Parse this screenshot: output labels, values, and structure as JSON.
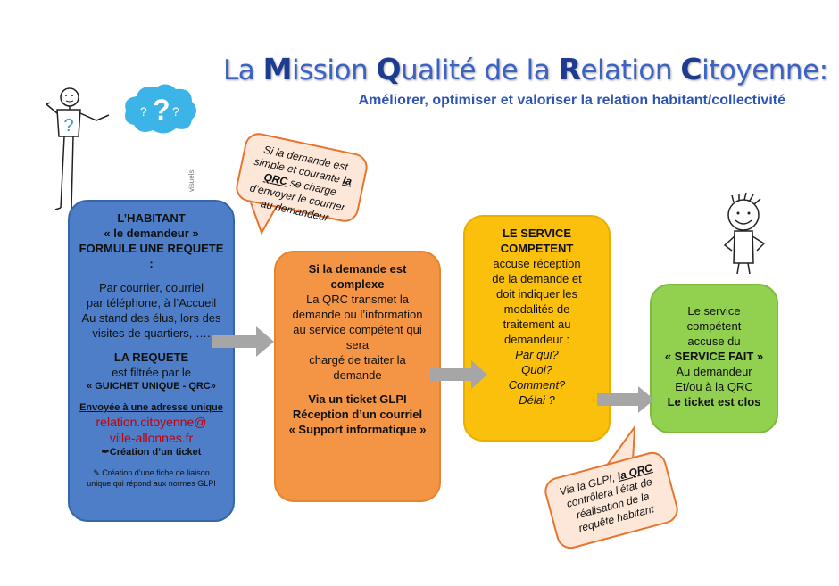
{
  "header": {
    "title": [
      {
        "t": "La ",
        "cap": false
      },
      {
        "t": "M",
        "cap": true
      },
      {
        "t": "ission ",
        "cap": false
      },
      {
        "t": "Q",
        "cap": true
      },
      {
        "t": "ualité de la ",
        "cap": false
      },
      {
        "t": "R",
        "cap": true
      },
      {
        "t": "elation ",
        "cap": false
      },
      {
        "t": "C",
        "cap": true
      },
      {
        "t": "itoyenne:",
        "cap": false
      }
    ],
    "subtitle": "Améliorer, optimiser et valoriser la relation habitant/collectivité"
  },
  "cloud": {
    "marks": [
      "?",
      "?",
      "?"
    ]
  },
  "side_label": "visuels",
  "boxes": {
    "habitant": {
      "header": [
        "L’HABITANT",
        "« le demandeur »",
        "FORMULE UNE REQUETE :"
      ],
      "channels": [
        "Par courrier, courriel",
        "par téléphone, à l’Accueil",
        "Au stand des élus, lors des",
        "visites de quartiers, …."
      ],
      "requete_title": "LA REQUETE",
      "requete_text": "est filtrée par le",
      "guichet": "« GUICHET UNIQUE - QRC»",
      "envoyee": "Envoyée à une adresse unique",
      "email": [
        "relation.citoyenne@",
        "ville-allonnes.fr"
      ],
      "creation": "✒Création d’un ticket",
      "fiche": [
        "✎ Création d’une fiche de liaison",
        "unique qui répond aux normes GLPI"
      ]
    },
    "qrc": {
      "condition": [
        "Si la demande est",
        "complexe"
      ],
      "text": [
        "La QRC transmet la",
        "demande ou l’information",
        "au service compétent qui",
        "sera",
        "chargé de traiter la",
        "demande"
      ],
      "glpi": [
        "Via un ticket GLPI",
        "Réception d’un courriel",
        "« Support informatique »"
      ]
    },
    "service": {
      "title": [
        "LE SERVICE",
        "COMPETENT"
      ],
      "text": [
        "accuse réception",
        "de la demande et",
        "doit indiquer les",
        "modalités de",
        "traitement au",
        "demandeur :"
      ],
      "questions": [
        "Par qui?",
        "Quoi?",
        "Comment?",
        "Délai ?"
      ]
    },
    "fait": {
      "lines": [
        "Le service",
        "compétent",
        "accuse du"
      ],
      "bold": "« SERVICE FAIT »",
      "lines2": [
        "Au demandeur",
        "Et/ou à la QRC"
      ],
      "closed": "Le ticket est clos"
    }
  },
  "bubbles": {
    "simple": {
      "pre": [
        "Si la demande est simple",
        "et courante "
      ],
      "qrc": "la QRC",
      "post": [
        " se",
        "charge d’envoyer le",
        "courrier au demandeur"
      ]
    },
    "glpi": {
      "pre": "Via la GLPI, ",
      "qrc": "la QRC",
      "lines": [
        "contrôlera l’état de",
        "réalisation de",
        "la requête habitant"
      ]
    }
  },
  "colors": {
    "blue": "#4d7ec7",
    "orange": "#f49545",
    "yellow": "#fbc00c",
    "green": "#92d050",
    "arrow": "#a6a6a6",
    "cloud": "#3db4e8",
    "email": "#c0000b"
  }
}
